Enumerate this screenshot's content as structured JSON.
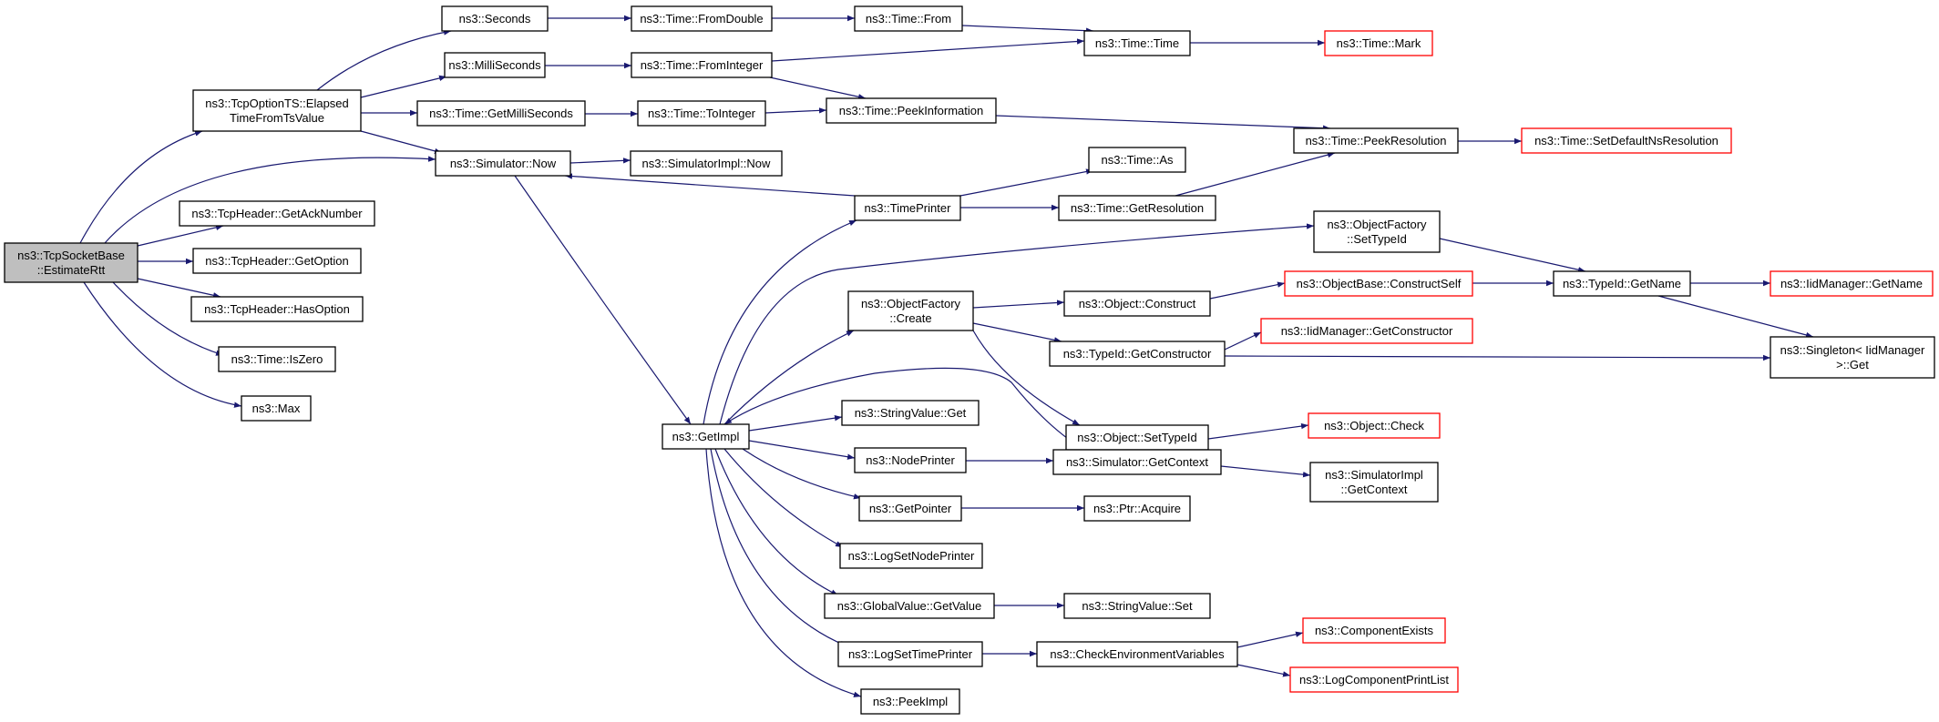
{
  "graph": {
    "nodes": [
      {
        "id": "root",
        "lines": [
          "ns3::TcpSocketBase",
          "::EstimateRtt"
        ],
        "fill": "#bfbfbf",
        "border": "#000000"
      },
      {
        "id": "elapsed",
        "lines": [
          "ns3::TcpOptionTS::Elapsed",
          "TimeFromTsValue"
        ],
        "fill": "#ffffff",
        "border": "#000000"
      },
      {
        "id": "getack",
        "lines": [
          "ns3::TcpHeader::GetAckNumber"
        ],
        "fill": "#ffffff",
        "border": "#000000"
      },
      {
        "id": "getoption",
        "lines": [
          "ns3::TcpHeader::GetOption"
        ],
        "fill": "#ffffff",
        "border": "#000000"
      },
      {
        "id": "hasoption",
        "lines": [
          "ns3::TcpHeader::HasOption"
        ],
        "fill": "#ffffff",
        "border": "#000000"
      },
      {
        "id": "iszero",
        "lines": [
          "ns3::Time::IsZero"
        ],
        "fill": "#ffffff",
        "border": "#000000"
      },
      {
        "id": "max",
        "lines": [
          "ns3::Max"
        ],
        "fill": "#ffffff",
        "border": "#000000"
      },
      {
        "id": "seconds",
        "lines": [
          "ns3::Seconds"
        ],
        "fill": "#ffffff",
        "border": "#000000"
      },
      {
        "id": "millis",
        "lines": [
          "ns3::MilliSeconds"
        ],
        "fill": "#ffffff",
        "border": "#000000"
      },
      {
        "id": "getmillis",
        "lines": [
          "ns3::Time::GetMilliSeconds"
        ],
        "fill": "#ffffff",
        "border": "#000000"
      },
      {
        "id": "simnow",
        "lines": [
          "ns3::Simulator::Now"
        ],
        "fill": "#ffffff",
        "border": "#000000"
      },
      {
        "id": "fromdouble",
        "lines": [
          "ns3::Time::FromDouble"
        ],
        "fill": "#ffffff",
        "border": "#000000"
      },
      {
        "id": "frominteger",
        "lines": [
          "ns3::Time::FromInteger"
        ],
        "fill": "#ffffff",
        "border": "#000000"
      },
      {
        "id": "tointeger",
        "lines": [
          "ns3::Time::ToInteger"
        ],
        "fill": "#ffffff",
        "border": "#000000"
      },
      {
        "id": "simimplnow",
        "lines": [
          "ns3::SimulatorImpl::Now"
        ],
        "fill": "#ffffff",
        "border": "#000000"
      },
      {
        "id": "getimpl",
        "lines": [
          "ns3::GetImpl"
        ],
        "fill": "#ffffff",
        "border": "#000000"
      },
      {
        "id": "from",
        "lines": [
          "ns3::Time::From"
        ],
        "fill": "#ffffff",
        "border": "#000000"
      },
      {
        "id": "peekinfo",
        "lines": [
          "ns3::Time::PeekInformation"
        ],
        "fill": "#ffffff",
        "border": "#000000"
      },
      {
        "id": "timeprinter",
        "lines": [
          "ns3::TimePrinter"
        ],
        "fill": "#ffffff",
        "border": "#000000"
      },
      {
        "id": "objfactcreate",
        "lines": [
          "ns3::ObjectFactory",
          "::Create"
        ],
        "fill": "#ffffff",
        "border": "#000000"
      },
      {
        "id": "strvalget",
        "lines": [
          "ns3::StringValue::Get"
        ],
        "fill": "#ffffff",
        "border": "#000000"
      },
      {
        "id": "nodeprinter",
        "lines": [
          "ns3::NodePrinter"
        ],
        "fill": "#ffffff",
        "border": "#000000"
      },
      {
        "id": "getpointer",
        "lines": [
          "ns3::GetPointer"
        ],
        "fill": "#ffffff",
        "border": "#000000"
      },
      {
        "id": "logsetnode",
        "lines": [
          "ns3::LogSetNodePrinter"
        ],
        "fill": "#ffffff",
        "border": "#000000"
      },
      {
        "id": "gvgetvalue",
        "lines": [
          "ns3::GlobalValue::GetValue"
        ],
        "fill": "#ffffff",
        "border": "#000000"
      },
      {
        "id": "logsettime",
        "lines": [
          "ns3::LogSetTimePrinter"
        ],
        "fill": "#ffffff",
        "border": "#000000"
      },
      {
        "id": "peekimpl",
        "lines": [
          "ns3::PeekImpl"
        ],
        "fill": "#ffffff",
        "border": "#000000"
      },
      {
        "id": "timetime",
        "lines": [
          "ns3::Time::Time"
        ],
        "fill": "#ffffff",
        "border": "#000000"
      },
      {
        "id": "timeas",
        "lines": [
          "ns3::Time::As"
        ],
        "fill": "#ffffff",
        "border": "#000000"
      },
      {
        "id": "getres",
        "lines": [
          "ns3::Time::GetResolution"
        ],
        "fill": "#ffffff",
        "border": "#000000"
      },
      {
        "id": "objconstruct",
        "lines": [
          "ns3::Object::Construct"
        ],
        "fill": "#ffffff",
        "border": "#000000"
      },
      {
        "id": "getctor",
        "lines": [
          "ns3::TypeId::GetConstructor"
        ],
        "fill": "#ffffff",
        "border": "#000000"
      },
      {
        "id": "objsettypeid",
        "lines": [
          "ns3::Object::SetTypeId"
        ],
        "fill": "#ffffff",
        "border": "#000000"
      },
      {
        "id": "simgetctx",
        "lines": [
          "ns3::Simulator::GetContext"
        ],
        "fill": "#ffffff",
        "border": "#000000"
      },
      {
        "id": "ptracquire",
        "lines": [
          "ns3::Ptr::Acquire"
        ],
        "fill": "#ffffff",
        "border": "#000000"
      },
      {
        "id": "strvalset",
        "lines": [
          "ns3::StringValue::Set"
        ],
        "fill": "#ffffff",
        "border": "#000000"
      },
      {
        "id": "checkenv",
        "lines": [
          "ns3::CheckEnvironmentVariables"
        ],
        "fill": "#ffffff",
        "border": "#000000"
      },
      {
        "id": "timemark",
        "lines": [
          "ns3::Time::Mark"
        ],
        "fill": "#ffffff",
        "border": "#ff0000"
      },
      {
        "id": "peekres",
        "lines": [
          "ns3::Time::PeekResolution"
        ],
        "fill": "#ffffff",
        "border": "#000000"
      },
      {
        "id": "ofsettypeid",
        "lines": [
          "ns3::ObjectFactory",
          "::SetTypeId"
        ],
        "fill": "#ffffff",
        "border": "#000000"
      },
      {
        "id": "objbaseconstruct",
        "lines": [
          "ns3::ObjectBase::ConstructSelf"
        ],
        "fill": "#ffffff",
        "border": "#ff0000"
      },
      {
        "id": "iidgetctor",
        "lines": [
          "ns3::IidManager::GetConstructor"
        ],
        "fill": "#ffffff",
        "border": "#ff0000"
      },
      {
        "id": "objcheck",
        "lines": [
          "ns3::Object::Check"
        ],
        "fill": "#ffffff",
        "border": "#ff0000"
      },
      {
        "id": "simimplgetctx",
        "lines": [
          "ns3::SimulatorImpl",
          "::GetContext"
        ],
        "fill": "#ffffff",
        "border": "#000000"
      },
      {
        "id": "compexists",
        "lines": [
          "ns3::ComponentExists"
        ],
        "fill": "#ffffff",
        "border": "#ff0000"
      },
      {
        "id": "logcompprint",
        "lines": [
          "ns3::LogComponentPrintList"
        ],
        "fill": "#ffffff",
        "border": "#ff0000"
      },
      {
        "id": "setdefaultres",
        "lines": [
          "ns3::Time::SetDefaultNsResolution"
        ],
        "fill": "#ffffff",
        "border": "#ff0000"
      },
      {
        "id": "typeidgetname",
        "lines": [
          "ns3::TypeId::GetName"
        ],
        "fill": "#ffffff",
        "border": "#000000"
      },
      {
        "id": "iidgetname",
        "lines": [
          "ns3::IidManager::GetName"
        ],
        "fill": "#ffffff",
        "border": "#ff0000"
      },
      {
        "id": "singletonget",
        "lines": [
          "ns3::Singleton< IidManager",
          " >::Get"
        ],
        "fill": "#ffffff",
        "border": "#000000"
      }
    ],
    "edges": [
      {
        "from": "root",
        "to": "elapsed"
      },
      {
        "from": "root",
        "to": "simnow"
      },
      {
        "from": "root",
        "to": "getack"
      },
      {
        "from": "root",
        "to": "getoption"
      },
      {
        "from": "root",
        "to": "hasoption"
      },
      {
        "from": "root",
        "to": "iszero"
      },
      {
        "from": "root",
        "to": "max"
      },
      {
        "from": "elapsed",
        "to": "seconds"
      },
      {
        "from": "elapsed",
        "to": "millis"
      },
      {
        "from": "elapsed",
        "to": "getmillis"
      },
      {
        "from": "elapsed",
        "to": "simnow"
      },
      {
        "from": "seconds",
        "to": "fromdouble"
      },
      {
        "from": "millis",
        "to": "frominteger"
      },
      {
        "from": "getmillis",
        "to": "tointeger"
      },
      {
        "from": "simnow",
        "to": "simimplnow"
      },
      {
        "from": "simnow",
        "to": "getimpl"
      },
      {
        "from": "fromdouble",
        "to": "from"
      },
      {
        "from": "frominteger",
        "to": "timetime"
      },
      {
        "from": "frominteger",
        "to": "peekinfo"
      },
      {
        "from": "tointeger",
        "to": "peekinfo"
      },
      {
        "from": "from",
        "to": "timetime"
      },
      {
        "from": "timetime",
        "to": "timemark"
      },
      {
        "from": "peekinfo",
        "to": "peekres"
      },
      {
        "from": "peekres",
        "to": "setdefaultres"
      },
      {
        "from": "timeprinter",
        "to": "simnow"
      },
      {
        "from": "timeprinter",
        "to": "timeas"
      },
      {
        "from": "timeprinter",
        "to": "getres"
      },
      {
        "from": "getres",
        "to": "peekres"
      },
      {
        "from": "getimpl",
        "to": "timeprinter"
      },
      {
        "from": "getimpl",
        "to": "ofsettypeid"
      },
      {
        "from": "getimpl",
        "to": "objfactcreate"
      },
      {
        "from": "getimpl",
        "to": "strvalget"
      },
      {
        "from": "getimpl",
        "to": "nodeprinter"
      },
      {
        "from": "getimpl",
        "to": "getpointer"
      },
      {
        "from": "getimpl",
        "to": "logsetnode"
      },
      {
        "from": "getimpl",
        "to": "gvgetvalue"
      },
      {
        "from": "getimpl",
        "to": "logsettime"
      },
      {
        "from": "getimpl",
        "to": "peekimpl"
      },
      {
        "from": "simgetctx",
        "to": "getimpl"
      },
      {
        "from": "objfactcreate",
        "to": "objconstruct"
      },
      {
        "from": "objfactcreate",
        "to": "getctor"
      },
      {
        "from": "objfactcreate",
        "to": "objsettypeid"
      },
      {
        "from": "objconstruct",
        "to": "objbaseconstruct"
      },
      {
        "from": "objbaseconstruct",
        "to": "typeidgetname"
      },
      {
        "from": "ofsettypeid",
        "to": "typeidgetname"
      },
      {
        "from": "typeidgetname",
        "to": "iidgetname"
      },
      {
        "from": "typeidgetname",
        "to": "singletonget"
      },
      {
        "from": "getctor",
        "to": "iidgetctor"
      },
      {
        "from": "getctor",
        "to": "singletonget"
      },
      {
        "from": "objsettypeid",
        "to": "objcheck"
      },
      {
        "from": "nodeprinter",
        "to": "simgetctx"
      },
      {
        "from": "simgetctx",
        "to": "simimplgetctx"
      },
      {
        "from": "getpointer",
        "to": "ptracquire"
      },
      {
        "from": "gvgetvalue",
        "to": "strvalset"
      },
      {
        "from": "logsettime",
        "to": "checkenv"
      },
      {
        "from": "checkenv",
        "to": "compexists"
      },
      {
        "from": "checkenv",
        "to": "logcompprint"
      }
    ]
  },
  "colors": {
    "edge": "#191970",
    "caller_fill": "#bfbfbf",
    "missing_border": "#ff0000"
  }
}
